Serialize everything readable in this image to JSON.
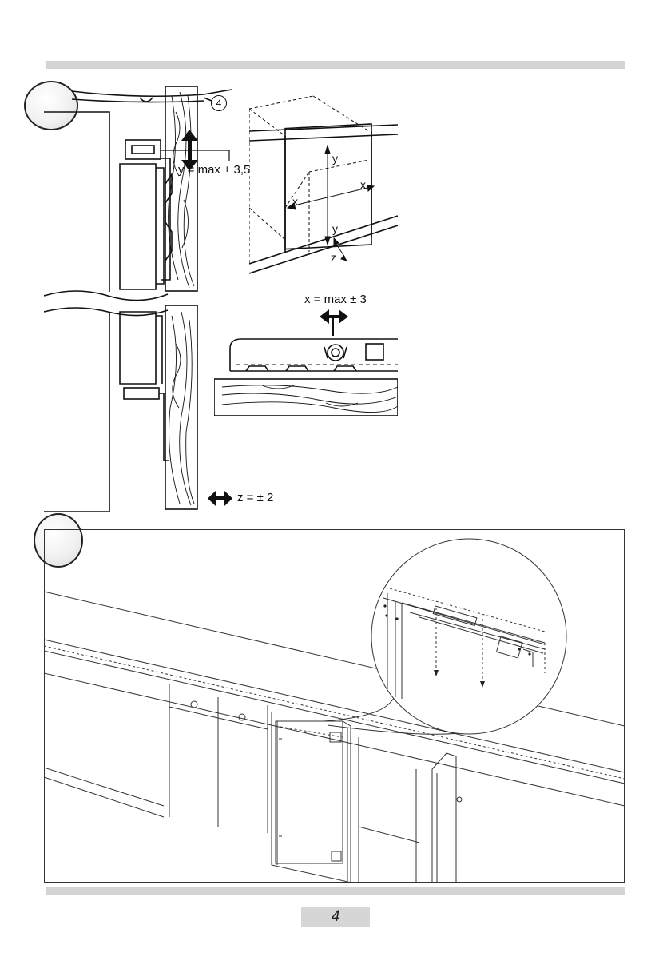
{
  "header": {
    "rule": "top-divider"
  },
  "figure1": {
    "callout_number": "4",
    "y_label": "y = max ± 3,5",
    "x_label": "x = max ± 3",
    "z_label": "z = ± 2",
    "door_axis_x_left": "x",
    "door_axis_x_right": "x",
    "door_axis_y_top": "y",
    "door_axis_y_bottom": "y",
    "door_axis_z": "z"
  },
  "footer": {
    "page_number": "4"
  },
  "colors": {
    "rule": "#d4d4d4",
    "badge": "#d6d6d6",
    "ink": "#111111"
  }
}
